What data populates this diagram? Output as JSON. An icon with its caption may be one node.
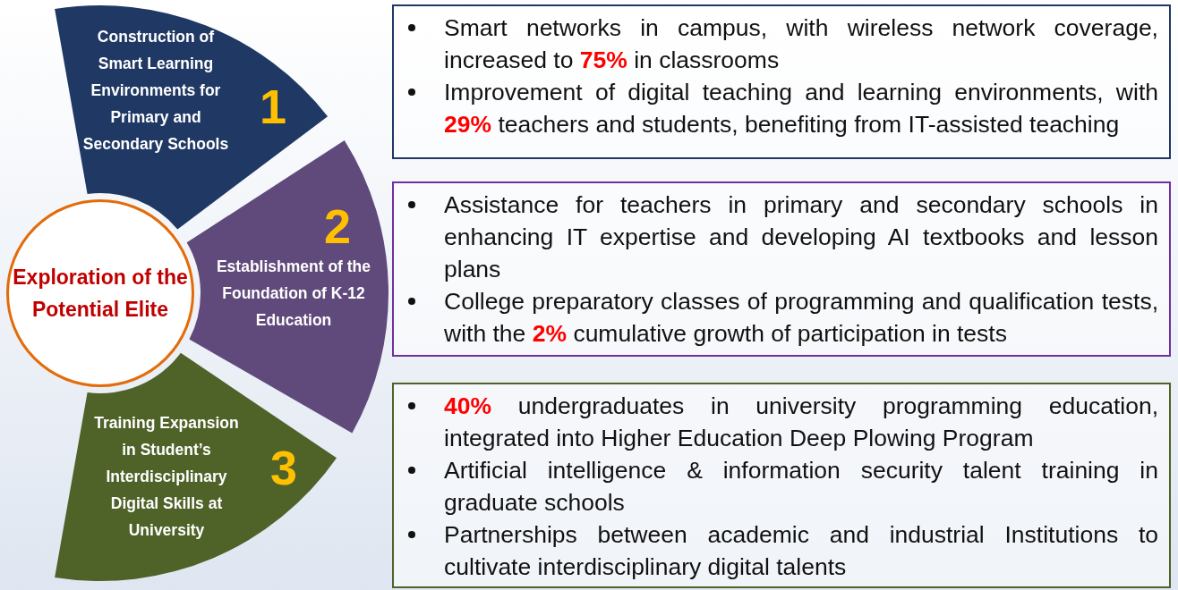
{
  "diagram": {
    "nodes": [
      {
        "text": [
          "Exploration of the Potential Elite"
        ]
      },
      {
        "text": [
          "Construction of Smart Learning Environments for Primary and Secondary Schools",
          "1"
        ]
      },
      {
        "text": [
          "2",
          "Establishment of the Foundation of K-12 Education"
        ]
      },
      {
        "text": [
          "Training Expansion in Student’s Interdisciplinary Digital Skills at University",
          "3"
        ]
      },
      {
        "text": [
          "Smart networks in campus, with wireless network coverage, increased to **75%** in classrooms",
          "Improvement of digital teaching and learning environments, with **29%** teachers and students, benefiting from IT-assisted teaching"
        ]
      },
      {
        "text": [
          "Assistance for teachers in primary and secondary schools in enhancing IT expertise and developing AI textbooks and lesson plans",
          "College preparatory classes of programming and qualification tests, with the **2%** cumulative growth of participation in tests"
        ]
      },
      {
        "text": [
          "**40%** undergraduates in university programming education, integrated into Higher Education Deep Plowing Program",
          "Artificial intelligence & information security talent training in graduate schools",
          "Partnerships between academic and industrial Institutions to cultivate interdisciplinary digital talents"
        ]
      }
    ],
    "edges": []
  }
}
